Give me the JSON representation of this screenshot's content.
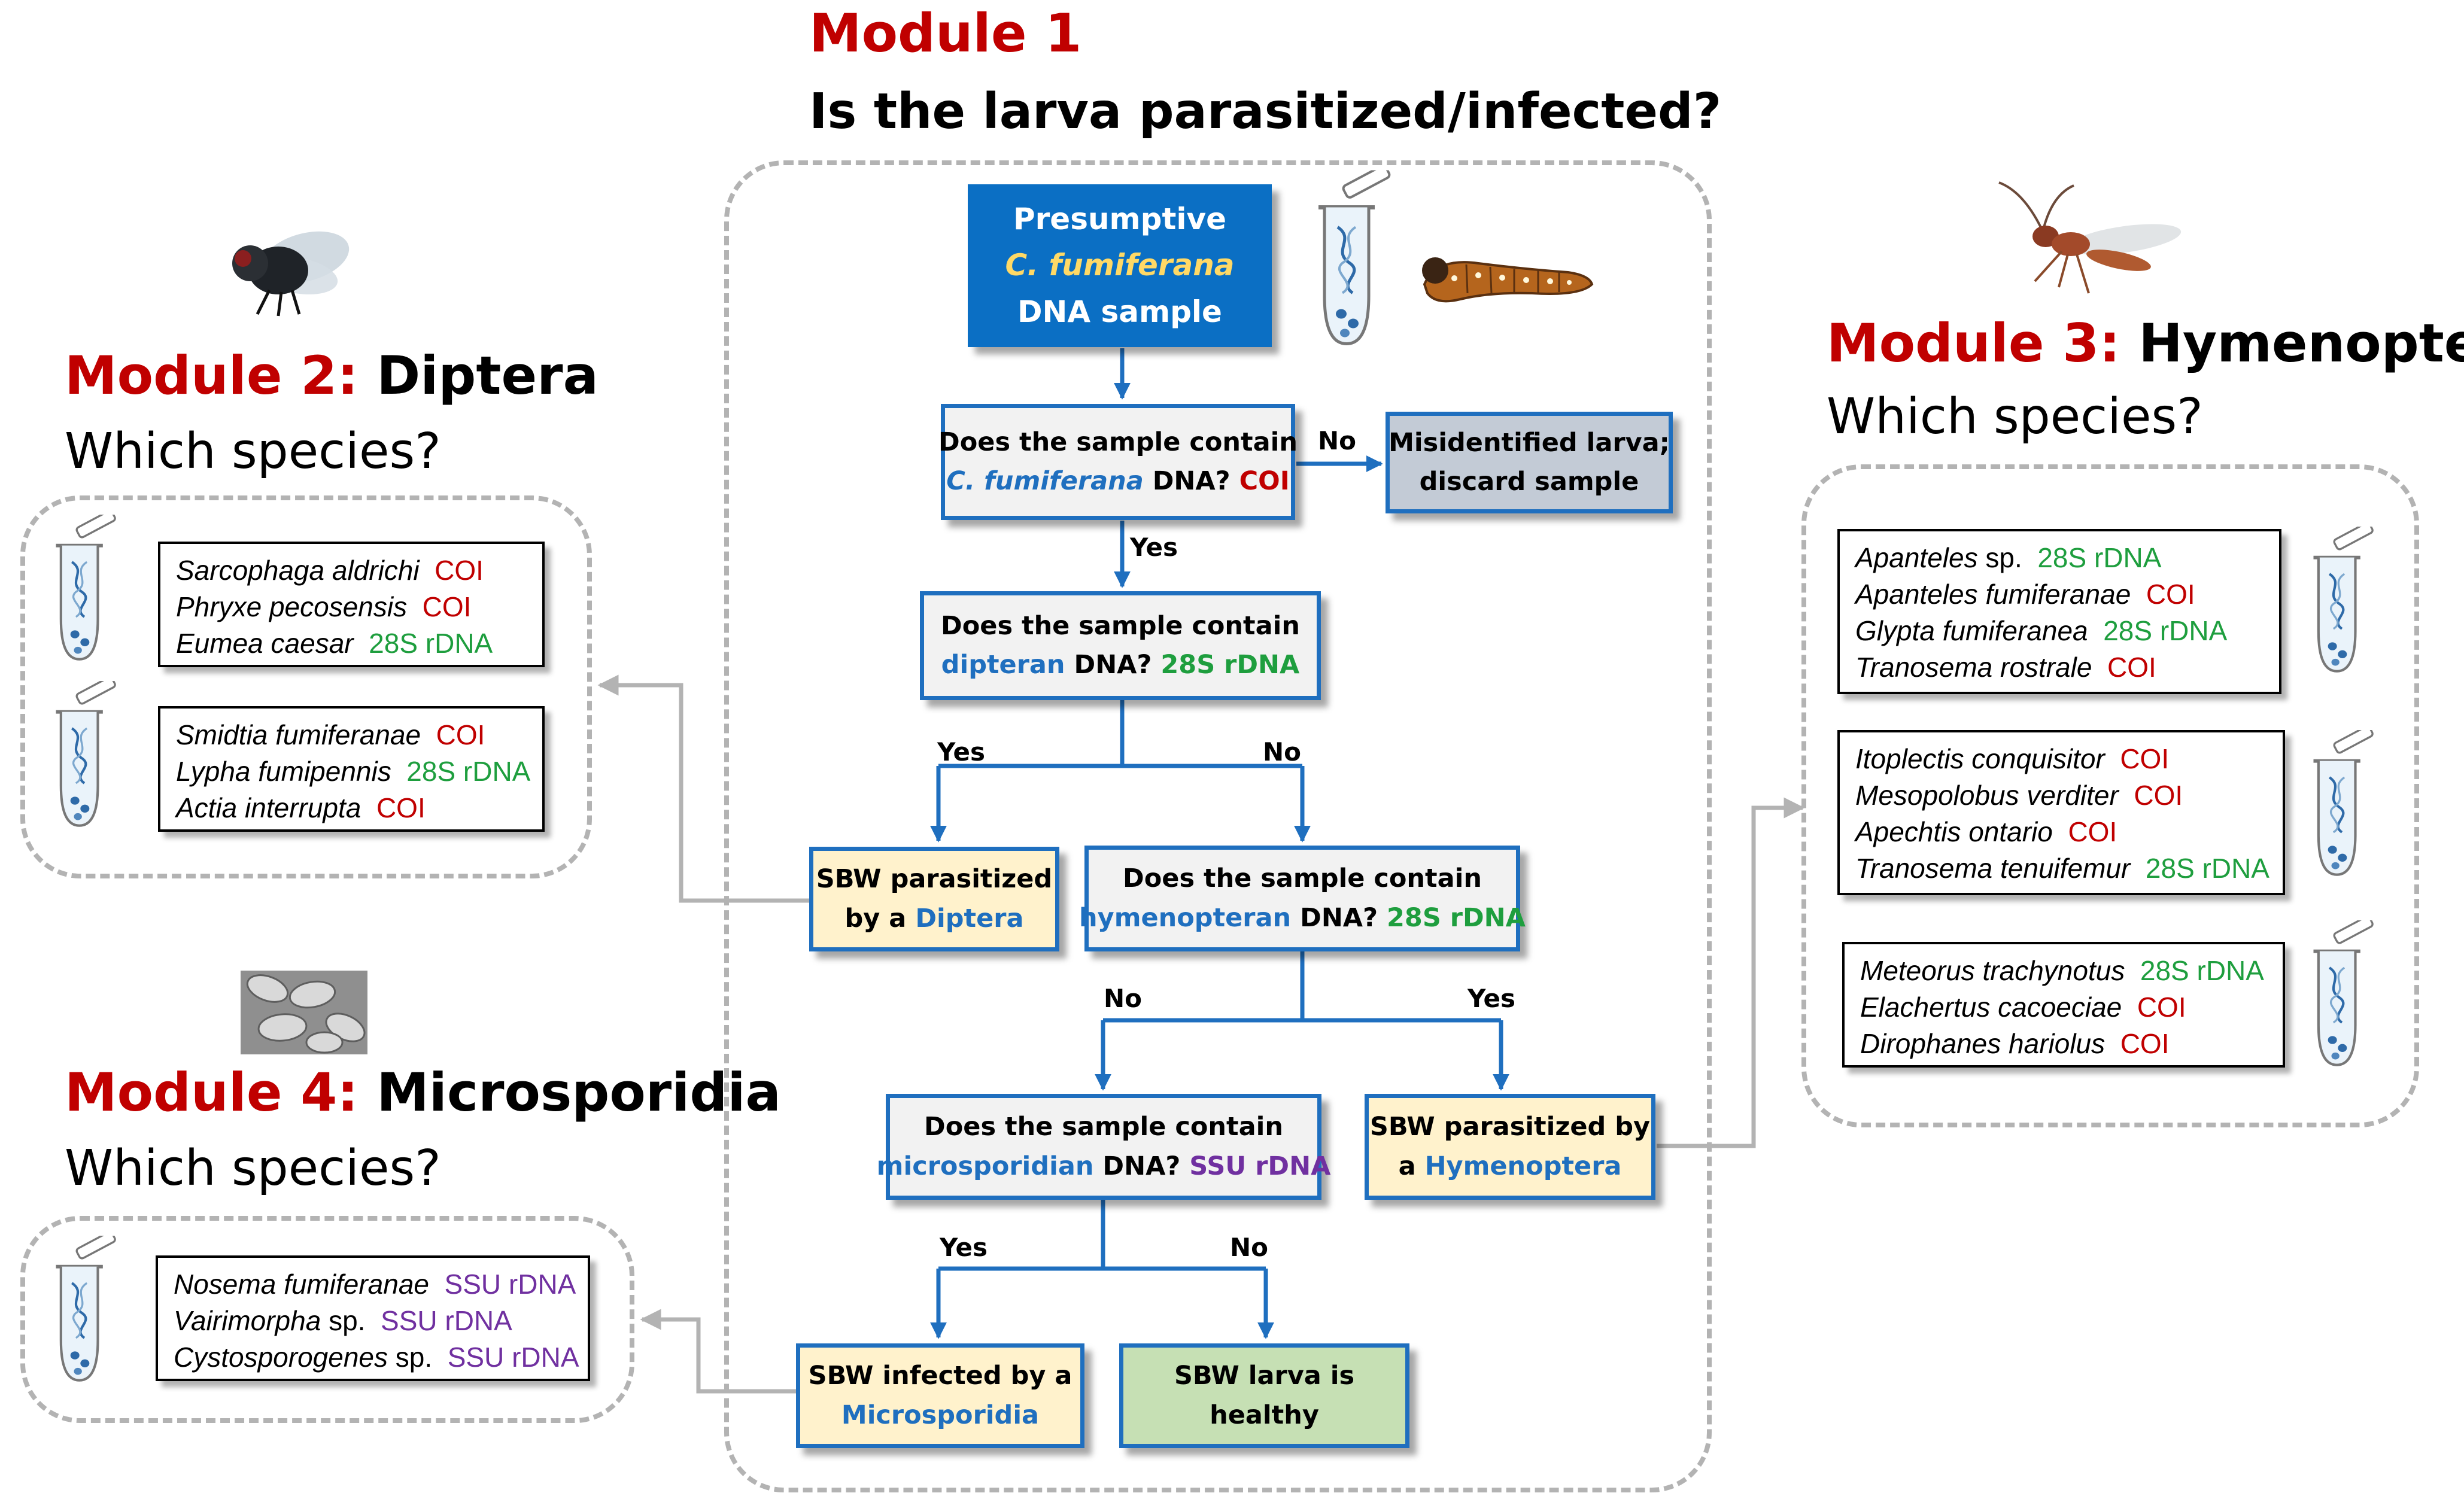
{
  "colors": {
    "module_red": "#c00000",
    "flow_blue": "#1f6fbf",
    "start_fill": "#0b6fc4",
    "question_fill": "#f2f2f2",
    "result_fill": "#fff2cc",
    "discard_fill": "#c3cbd6",
    "healthy_fill": "#c6e0b4",
    "coi_red": "#c00000",
    "rdna28s_green": "#1e9e3e",
    "ssu_purple": "#7030a0",
    "dashed_grey": "#b3b3b3"
  },
  "module1": {
    "num": "Module 1",
    "question": "Is the larva parasitized/infected?"
  },
  "module2": {
    "num": "Module 2:",
    "name": "Diptera",
    "question": "Which species?"
  },
  "module3": {
    "num": "Module 3:",
    "name": "Hymenoptera",
    "question": "Which species?"
  },
  "module4": {
    "num": "Module 4:",
    "name": "Microsporidia",
    "question": "Which species?"
  },
  "flow": {
    "start": {
      "line1": "Presumptive",
      "line2": "C. fumiferana",
      "line3": "DNA sample"
    },
    "q1": {
      "line1": "Does the sample contain",
      "taxon": "C. fumiferana",
      "rest": " DNA? ",
      "marker": "COI"
    },
    "misidentified": {
      "line1": "Misidentified larva;",
      "line2": "discard sample"
    },
    "q2": {
      "line1": "Does the sample contain",
      "taxon": "dipteran",
      "rest": " DNA? ",
      "marker": "28S rDNA"
    },
    "diptera_result": {
      "line1": "SBW parasitized",
      "prefix": "by a ",
      "taxon": "Diptera"
    },
    "q3": {
      "line1": "Does the sample contain",
      "taxon": "hymenopteran",
      "rest": " DNA? ",
      "marker": "28S rDNA"
    },
    "hymen_result": {
      "line1": "SBW parasitized by",
      "prefix": "a ",
      "taxon": "Hymenoptera"
    },
    "q4": {
      "line1": "Does the sample contain",
      "taxon": "microsporidian",
      "rest": " DNA? ",
      "marker": "SSU rDNA"
    },
    "micro_result": {
      "line1": "SBW infected by a",
      "taxon": "Microsporidia"
    },
    "healthy": {
      "line1": "SBW larva is",
      "line2": "healthy"
    },
    "labels": {
      "yes": "Yes",
      "no": "No"
    }
  },
  "diptera_groups": [
    [
      {
        "name": "Sarcophaga aldrichi",
        "marker": "COI"
      },
      {
        "name": "Phryxe pecosensis",
        "marker": "COI"
      },
      {
        "name": "Eumea caesar",
        "marker": "28S rDNA"
      }
    ],
    [
      {
        "name": "Smidtia fumiferanae",
        "marker": "COI"
      },
      {
        "name": "Lypha fumipennis",
        "marker": "28S rDNA"
      },
      {
        "name": "Actia interrupta",
        "marker": "COI"
      }
    ]
  ],
  "hymenoptera_groups": [
    [
      {
        "name": "Apanteles",
        "suffix": " sp.",
        "marker": "28S rDNA"
      },
      {
        "name": "Apanteles fumiferanae",
        "marker": "COI"
      },
      {
        "name": "Glypta fumiferanea",
        "marker": "28S rDNA"
      },
      {
        "name": "Tranosema rostrale",
        "marker": "COI"
      }
    ],
    [
      {
        "name": "Itoplectis conquisitor",
        "marker": "COI"
      },
      {
        "name": "Mesopolobus verditer",
        "marker": "COI"
      },
      {
        "name": "Apechtis ontario",
        "marker": "COI"
      },
      {
        "name": "Tranosema tenuifemur",
        "marker": "28S rDNA"
      }
    ],
    [
      {
        "name": "Meteorus trachynotus",
        "marker": "28S rDNA"
      },
      {
        "name": "Elachertus cacoeciae",
        "marker": "COI"
      },
      {
        "name": "Dirophanes hariolus",
        "marker": "COI"
      }
    ]
  ],
  "microsporidia_groups": [
    [
      {
        "name": "Nosema fumiferanae",
        "marker": "SSU rDNA"
      },
      {
        "name": "Vairimorpha",
        "suffix": " sp.",
        "marker": "SSU rDNA"
      },
      {
        "name": "Cystosporogenes",
        "suffix": " sp.",
        "marker": "SSU rDNA"
      }
    ]
  ],
  "icons": [
    "fly-icon",
    "wasp-icon",
    "caterpillar-icon",
    "spores-icon",
    "dna-tube-icon"
  ]
}
